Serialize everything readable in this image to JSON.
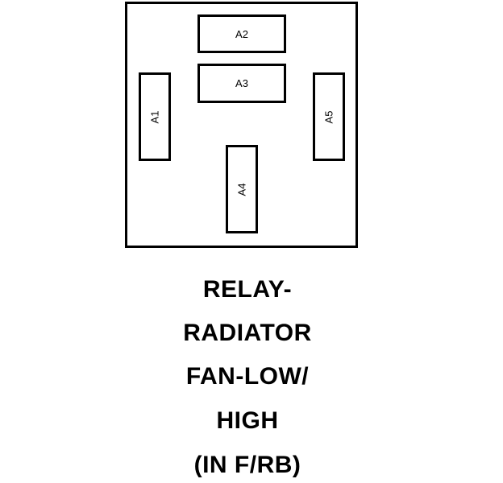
{
  "relay": {
    "terminals": {
      "a1": "A1",
      "a2": "A2",
      "a3": "A3",
      "a4": "A4",
      "a5": "A5"
    }
  },
  "caption": {
    "line1": "RELAY-",
    "line2": "RADIATOR",
    "line3": "FAN-LOW/",
    "line4": "HIGH",
    "line5": "(IN F/RB)"
  }
}
